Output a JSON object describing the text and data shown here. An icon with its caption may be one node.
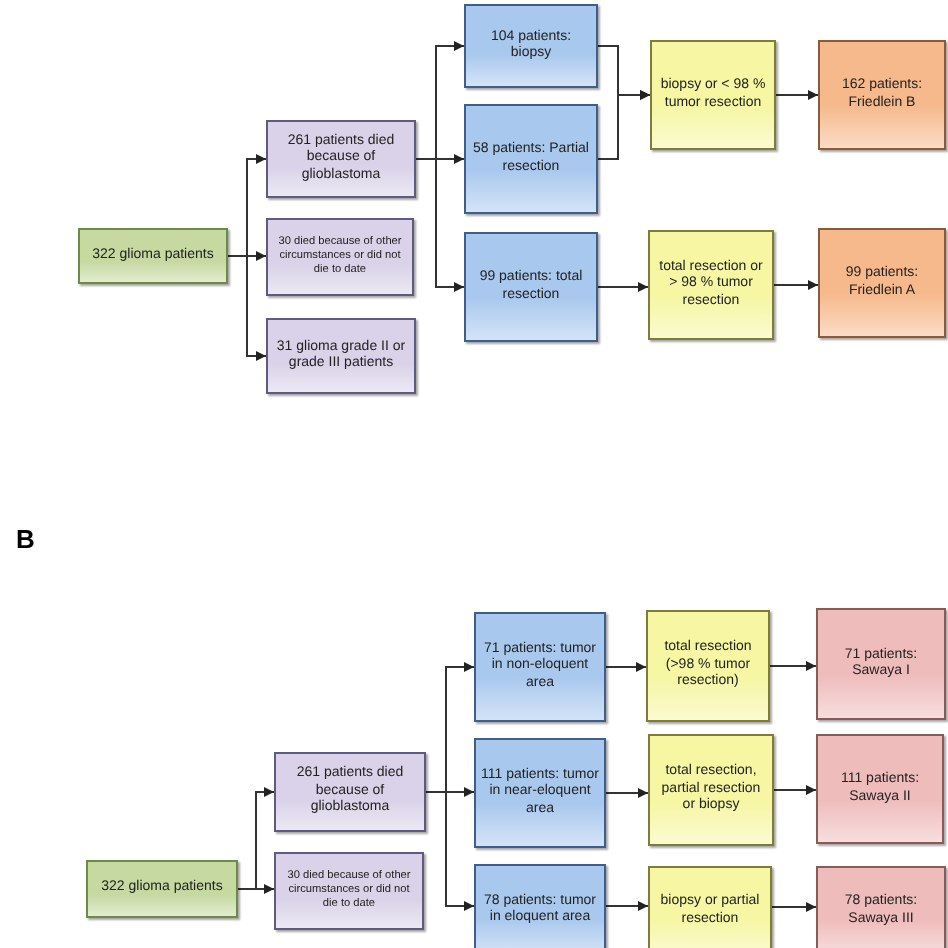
{
  "diagram": {
    "nodes": [
      {
        "text": [
          "322 glioma patients"
        ]
      },
      {
        "text": [
          "261 patients died because of glioblastoma"
        ]
      },
      {
        "text": [
          "30 died because of other circumstances or did not die to date"
        ]
      },
      {
        "text": [
          "31 glioma grade II or grade III patients"
        ]
      },
      {
        "text": [
          "104 patients: biopsy"
        ]
      },
      {
        "text": [
          "58 patients: Partial resection"
        ]
      },
      {
        "text": [
          "99 patients: total resection"
        ]
      },
      {
        "text": [
          "biopsy or < 98 % tumor resection"
        ]
      },
      {
        "text": [
          "total resection or > 98 % tumor resection"
        ]
      },
      {
        "text": [
          "162 patients: Friedlein B"
        ]
      },
      {
        "text": [
          "99 patients: Friedlein A"
        ]
      },
      {
        "text": [
          "322 glioma patients"
        ]
      },
      {
        "text": [
          "261 patients died because of glioblastoma"
        ]
      },
      {
        "text": [
          "30 died because of other circumstances or did not die to date"
        ]
      },
      {
        "text": [
          "71 patients: tumor in non-eloquent area"
        ]
      },
      {
        "text": [
          "111 patients: tumor in near-eloquent area"
        ]
      },
      {
        "text": [
          "78 patients: tumor in eloquent area"
        ]
      },
      {
        "text": [
          "total resection (>98 % tumor resection)"
        ]
      },
      {
        "text": [
          "total resection, partial resection or biopsy"
        ]
      },
      {
        "text": [
          "biopsy or partial resection"
        ]
      },
      {
        "text": [
          "71 patients: Sawaya I"
        ]
      },
      {
        "text": [
          "111 patients: Sawaya II"
        ]
      },
      {
        "text": [
          "78 patients: Sawaya III"
        ]
      }
    ],
    "edges": [
      {
        "from": 0,
        "to": 1,
        "arrow": "to"
      },
      {
        "from": 0,
        "to": 2,
        "arrow": "to"
      },
      {
        "from": 0,
        "to": 3,
        "arrow": "to"
      },
      {
        "from": 1,
        "to": 4,
        "arrow": "to"
      },
      {
        "from": 1,
        "to": 5,
        "arrow": "to"
      },
      {
        "from": 1,
        "to": 6,
        "arrow": "to"
      },
      {
        "from": 4,
        "to": 7,
        "arrow": "to"
      },
      {
        "from": 5,
        "to": 7,
        "arrow": "to"
      },
      {
        "from": 6,
        "to": 8,
        "arrow": "to"
      },
      {
        "from": 7,
        "to": 9,
        "arrow": "to"
      },
      {
        "from": 8,
        "to": 10,
        "arrow": "to"
      },
      {
        "from": 11,
        "to": 12,
        "arrow": "to"
      },
      {
        "from": 11,
        "to": 13,
        "arrow": "to"
      },
      {
        "from": 12,
        "to": 14,
        "arrow": "to"
      },
      {
        "from": 12,
        "to": 15,
        "arrow": "to"
      },
      {
        "from": 12,
        "to": 16,
        "arrow": "to"
      },
      {
        "from": 14,
        "to": 17,
        "arrow": "to"
      },
      {
        "from": 15,
        "to": 18,
        "arrow": "to"
      },
      {
        "from": 16,
        "to": 19,
        "arrow": "to"
      },
      {
        "from": 17,
        "to": 20,
        "arrow": "to"
      },
      {
        "from": 18,
        "to": 21,
        "arrow": "to"
      },
      {
        "from": 19,
        "to": 22,
        "arrow": "to"
      }
    ],
    "labels": [
      "B"
    ]
  }
}
